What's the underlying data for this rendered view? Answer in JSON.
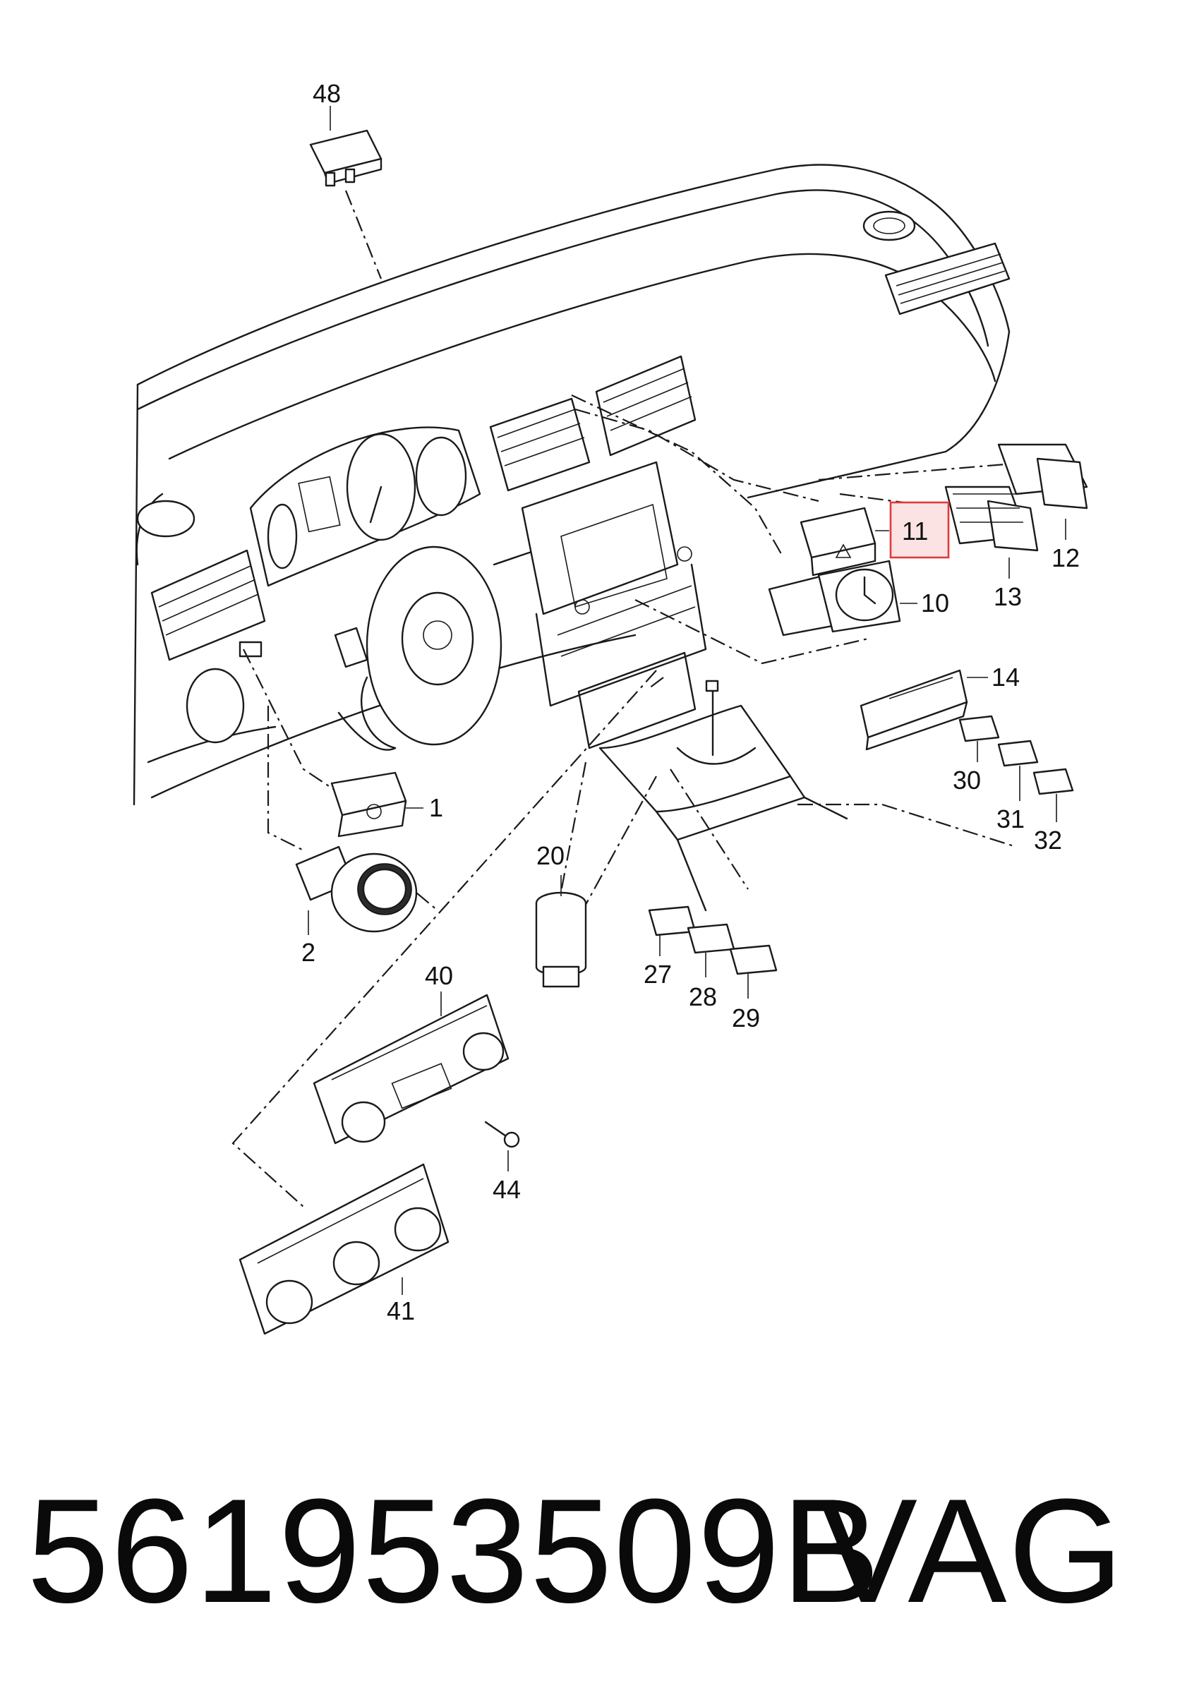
{
  "diagram": {
    "callouts": {
      "c48": "48",
      "c1": "1",
      "c2": "2",
      "c10": "10",
      "c11": "11",
      "c12": "12",
      "c13": "13",
      "c14": "14",
      "c20": "20",
      "c27": "27",
      "c28": "28",
      "c29": "29",
      "c30": "30",
      "c31": "31",
      "c32": "32",
      "c40": "40",
      "c41": "41",
      "c44": "44"
    },
    "highlighted_callout": "11",
    "highlight_color": "#e03a3a"
  },
  "footer": {
    "part_number": "561953509B",
    "brand": "VAG"
  }
}
